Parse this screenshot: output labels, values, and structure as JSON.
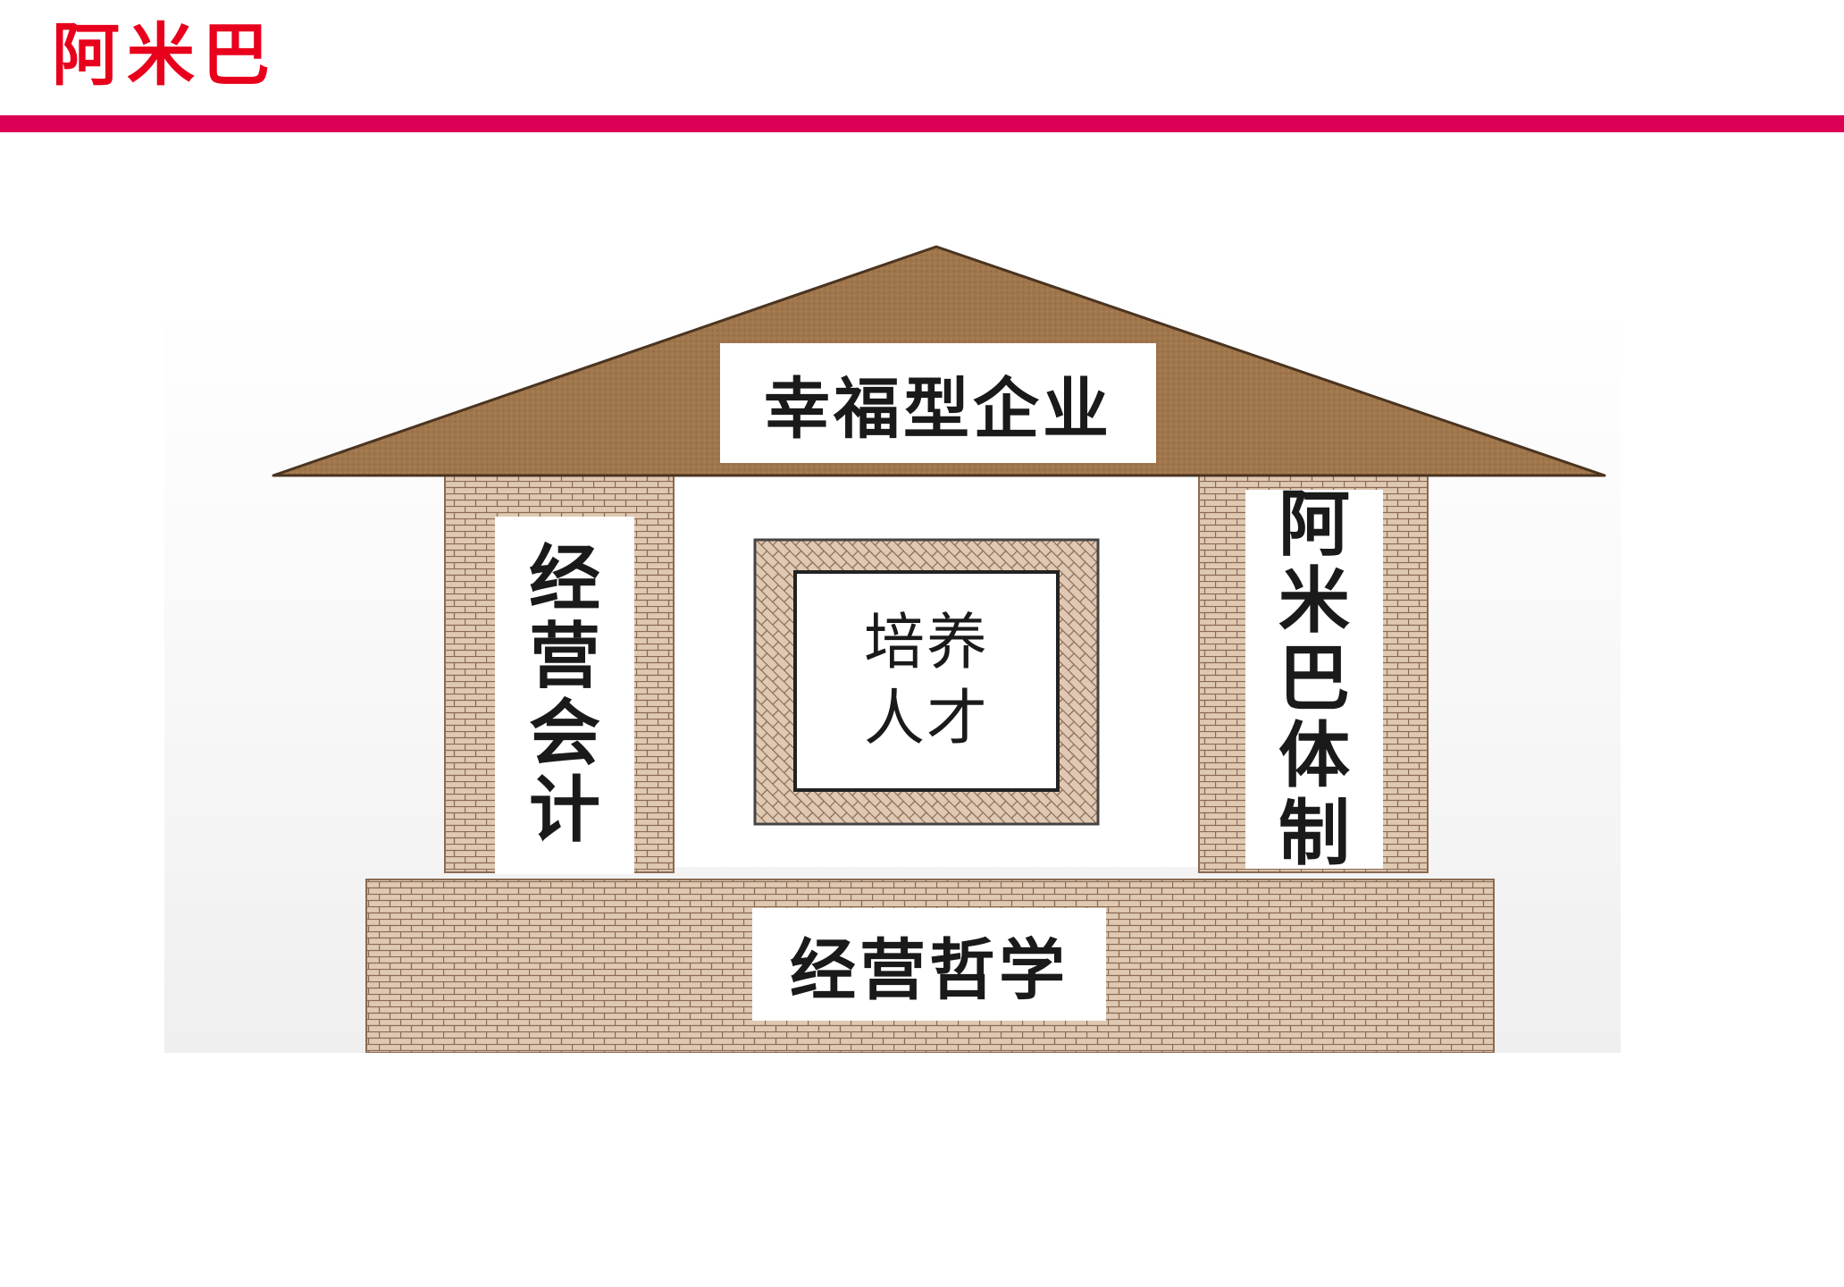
{
  "slide": {
    "title": "阿米巴"
  },
  "diagram": {
    "roof_label": "幸福型企业",
    "left_pillar_label": "经营会计",
    "right_pillar_label": "阿米巴体制",
    "center_label": "培养人才",
    "foundation_label": "经营哲学",
    "colors": {
      "title": "#e8001c",
      "rule": "#dc0055",
      "roof": "#a0764c",
      "brick_fill": "#e0c9b3",
      "brick_mortar": "#8a6a52",
      "background": "#f7f7f7"
    }
  }
}
